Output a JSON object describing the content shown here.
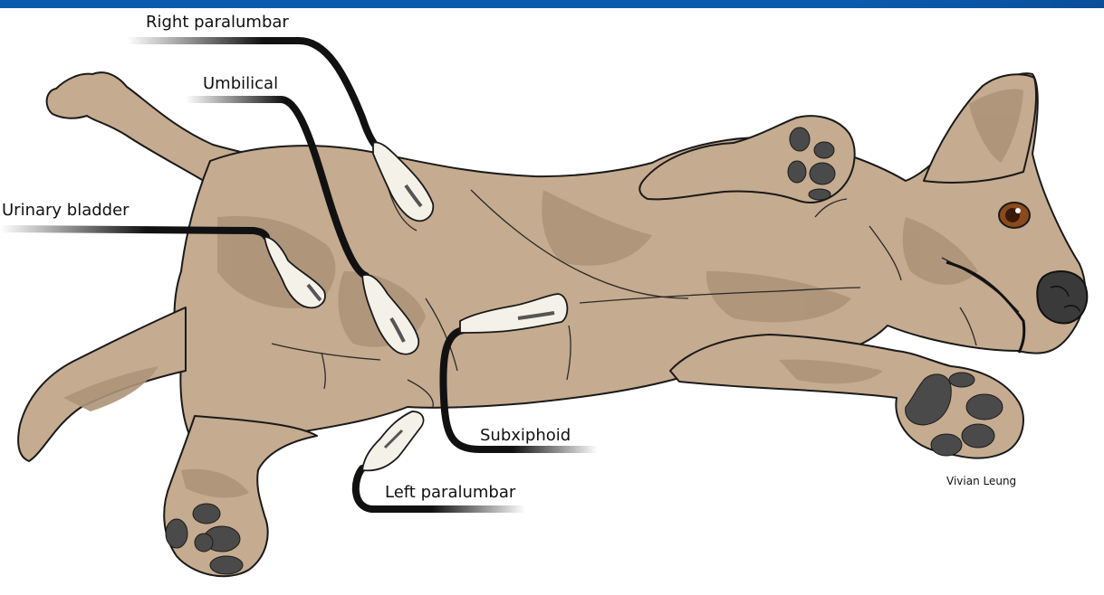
{
  "labels": {
    "right_paralumbar": "Right paralumbar",
    "umbilical": "Umbilical",
    "urinary_bladder": "Urinary bladder",
    "subxiphoid": "Subxiphoid",
    "left_paralumbar": "Left paralumbar"
  },
  "credit": "Vivian Leung",
  "colors": {
    "header_bar": "#0b5aad",
    "dog_fur": "#c5ab8f",
    "dog_shadow": "#ad9479",
    "paw_pads": "#4a4a4a",
    "nose": "#3a3a3a",
    "eye": "#8a4a1c",
    "probe_body": "#f4f1e8",
    "cable": "#111111"
  },
  "icons": [
    "ultrasound-probe-icon",
    "dog-illustration"
  ]
}
